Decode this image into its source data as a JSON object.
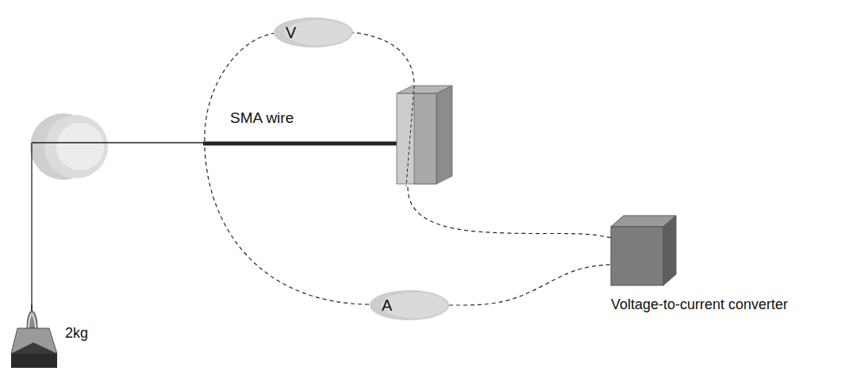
{
  "diagram": {
    "nodes": [
      {
        "text": [
          "V"
        ]
      },
      {
        "text": [
          "Voltage-to-current converter"
        ]
      },
      {
        "text": [
          "A"
        ]
      },
      {
        "text": [
          "2kg"
        ]
      }
    ],
    "edges": [
      {
        "from": 2,
        "to": 1,
        "arrow": "none"
      }
    ],
    "labels": [
      "SMA wire"
    ]
  }
}
